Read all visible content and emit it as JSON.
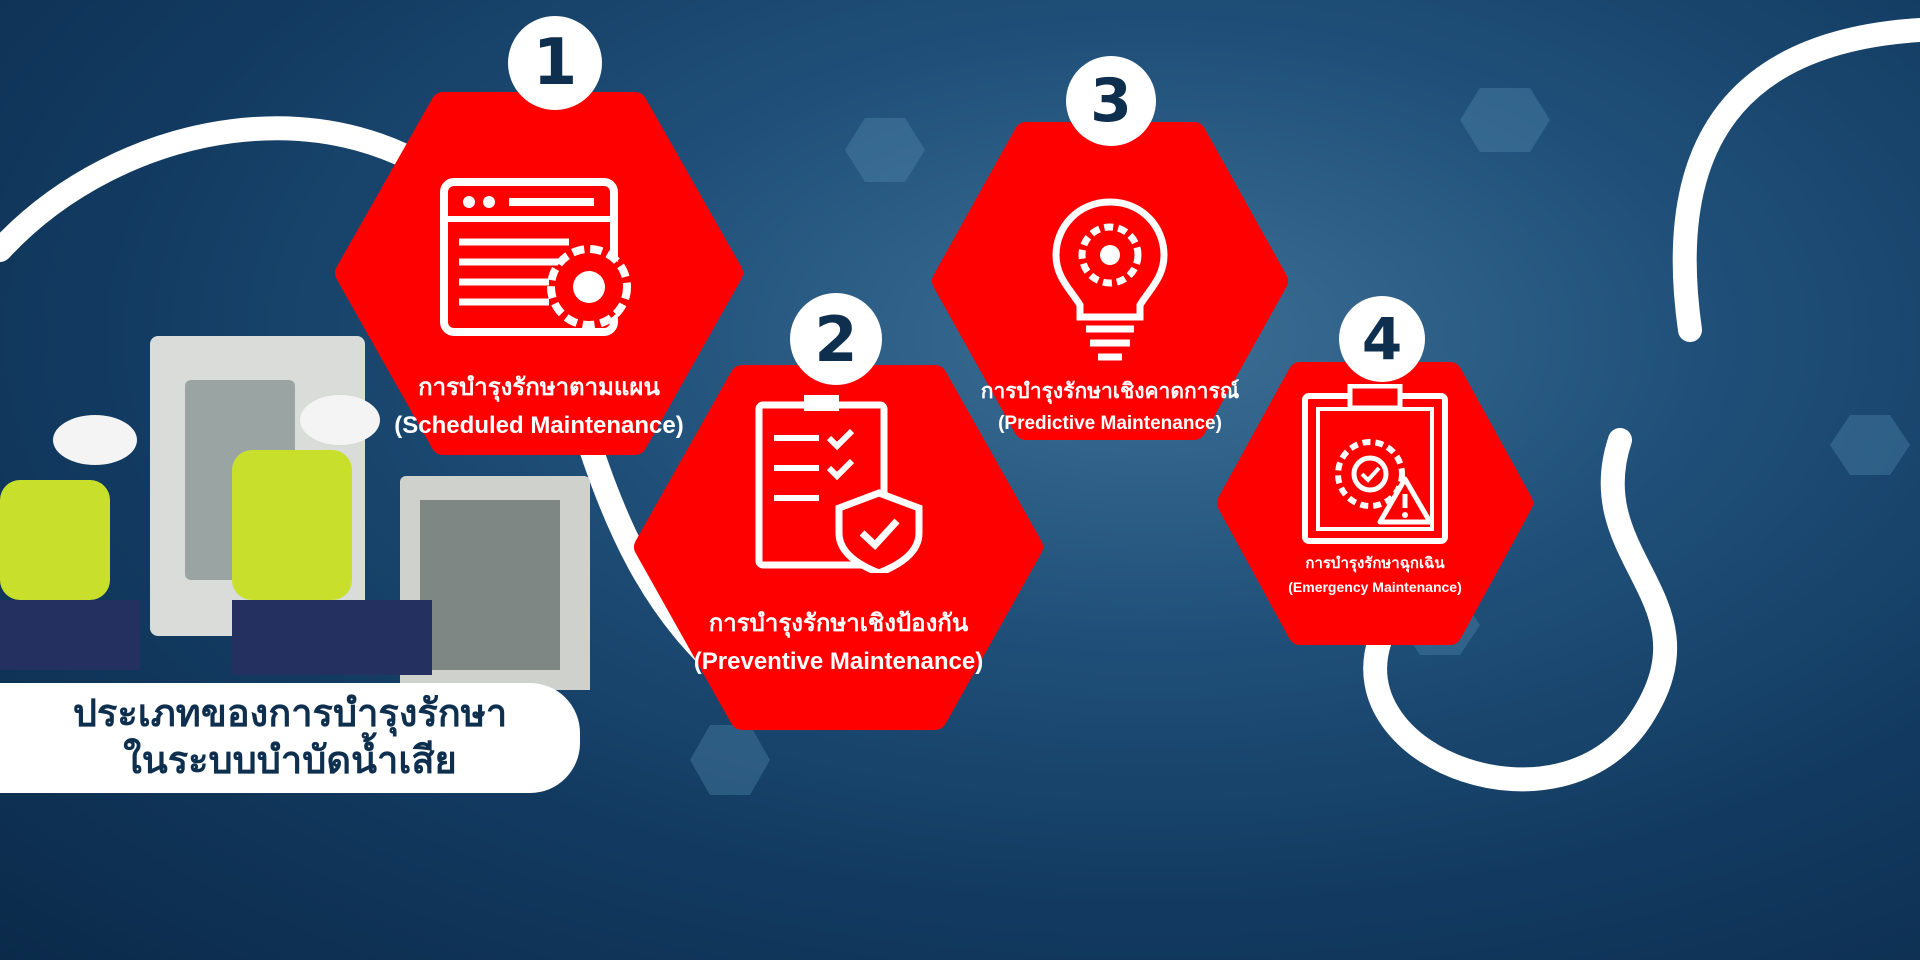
{
  "title": {
    "line1": "ประเภทของการบำรุงรักษา",
    "line2": "ในระบบบำบัดน้ำเสีย"
  },
  "items": [
    {
      "number": "1",
      "thai": "การบำรุงรักษาตามแผน",
      "english": "(Scheduled Maintenance)",
      "icon": "schedule-window-gear-icon"
    },
    {
      "number": "2",
      "thai": "การบำรุงรักษาเชิงป้องกัน",
      "english": "(Preventive Maintenance)",
      "icon": "checklist-shield-icon"
    },
    {
      "number": "3",
      "thai": "การบำรุงรักษาเชิงคาดการณ์",
      "english": "(Predictive Maintenance)",
      "icon": "lightbulb-gear-icon"
    },
    {
      "number": "4",
      "thai": "การบำรุงรักษาฉุกเฉิน",
      "english": "(Emergency Maintenance)",
      "icon": "clipboard-gear-warning-icon"
    }
  ],
  "colors": {
    "hex": "#ff0000",
    "navy": "#0f2f4f",
    "background": "#1f4f78"
  }
}
